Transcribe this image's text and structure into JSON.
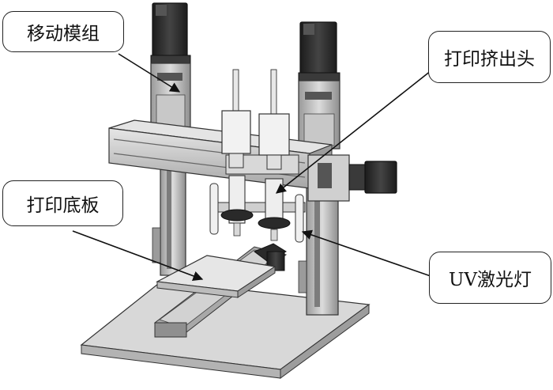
{
  "labels": {
    "motion_module": "移动模组",
    "print_head": "打印挤出头",
    "print_platform": "打印底板",
    "uv_lamp": "UV激光灯"
  },
  "colors": {
    "outline": "#222222",
    "metal_light": "#e2e2e2",
    "metal_mid": "#b9b9b9",
    "metal_dark": "#8a8a8a",
    "motor_black": "#2a2a2a",
    "base_plate": "#d6d6d6"
  }
}
